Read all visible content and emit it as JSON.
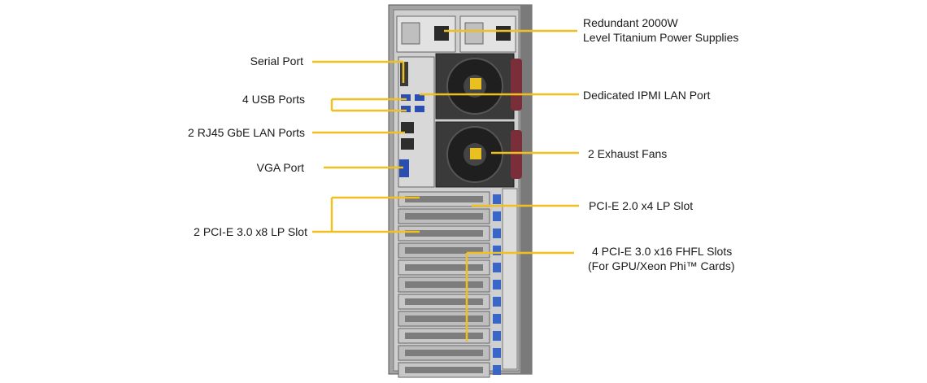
{
  "colors": {
    "leader": "#f0c020",
    "chassis": "#9a9a9a",
    "chassis_dark": "#6e6e6e",
    "panel": "#d9d9d9",
    "fan": "#2b2b2b",
    "slot_blue": "#3a66c8"
  },
  "labels": {
    "psu_line1": "Redundant 2000W",
    "psu_line2": "Level Titanium Power Supplies",
    "serial": "Serial Port",
    "usb": "4 USB Ports",
    "lan": "2 RJ45 GbE LAN Ports",
    "vga": "VGA Port",
    "pcie_x8": "2 PCI-E 3.0 x8 LP Slot",
    "ipmi": "Dedicated IPMI LAN Port",
    "fans": "2 Exhaust Fans",
    "pcie_x4": "PCI-E 2.0 x4 LP Slot",
    "pcie_x16_line1": "4 PCI-E 3.0 x16 FHFL Slots",
    "pcie_x16_line2": "(For GPU/Xeon Phi™ Cards)"
  }
}
